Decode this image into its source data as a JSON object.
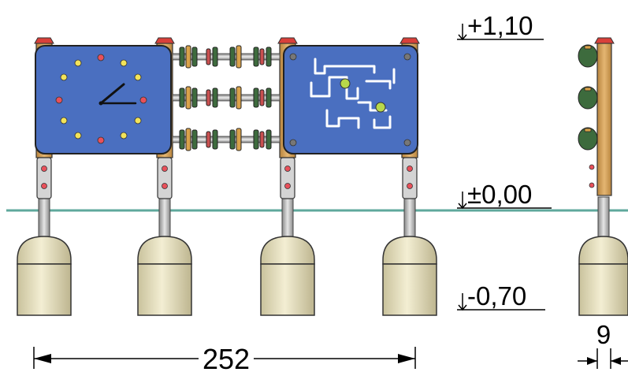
{
  "levels": {
    "top": "+1,10",
    "ground": "±0,00",
    "foundation": "-0,70"
  },
  "dimensions": {
    "width": "252",
    "depth": "9"
  },
  "colors": {
    "panel_blue": "#4a6fc0",
    "post_wood": "#d6a35a",
    "post_cap": "#d9403a",
    "ground_line": "#5fa89c",
    "foundation": "#ece6c4",
    "dot_red": "#e8505a",
    "dot_yellow": "#f2e35a",
    "maze_ball": "#b8d84a",
    "roller_green": "#3d6b3d"
  }
}
